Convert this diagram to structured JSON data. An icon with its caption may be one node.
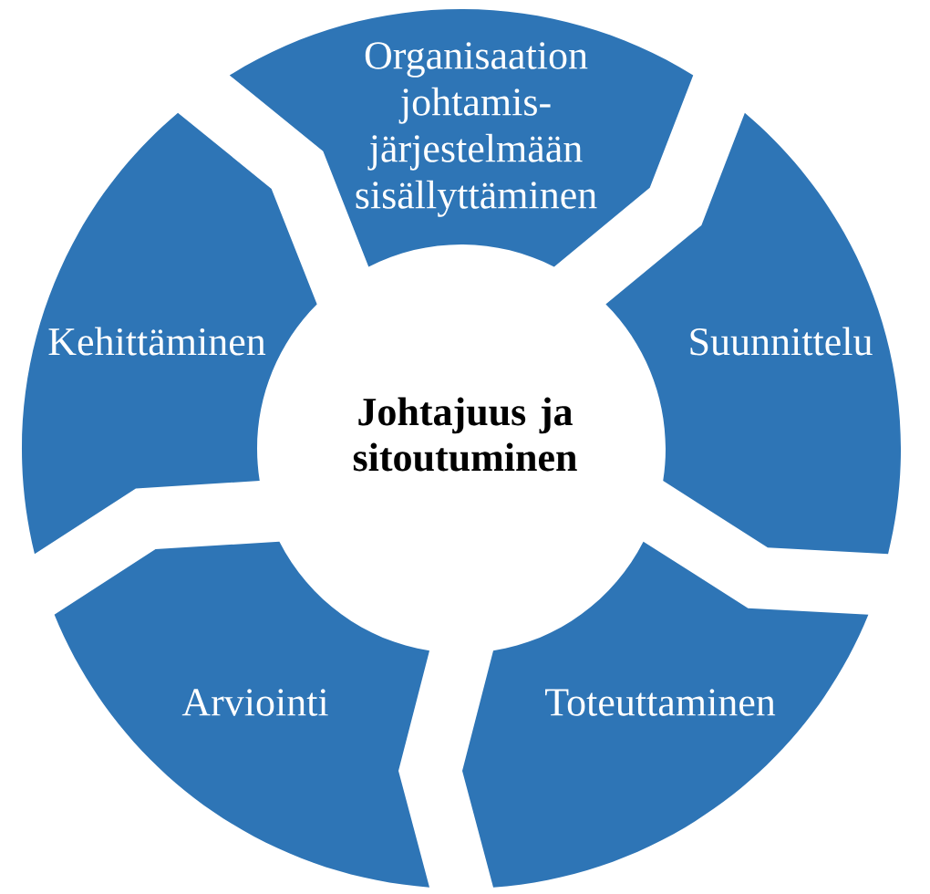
{
  "diagram": {
    "nodes": [
      {
        "text": [
          "Organisaation johtamis-järjestelmään sisällyttäminen"
        ]
      },
      {
        "text": [
          "Suunnittelu"
        ]
      },
      {
        "text": [
          "Toteuttaminen"
        ]
      },
      {
        "text": [
          "Arviointi"
        ]
      },
      {
        "text": [
          "Kehittäminen"
        ]
      },
      {
        "text": [
          "Johtajuus ja sitoutuminen"
        ]
      }
    ]
  }
}
